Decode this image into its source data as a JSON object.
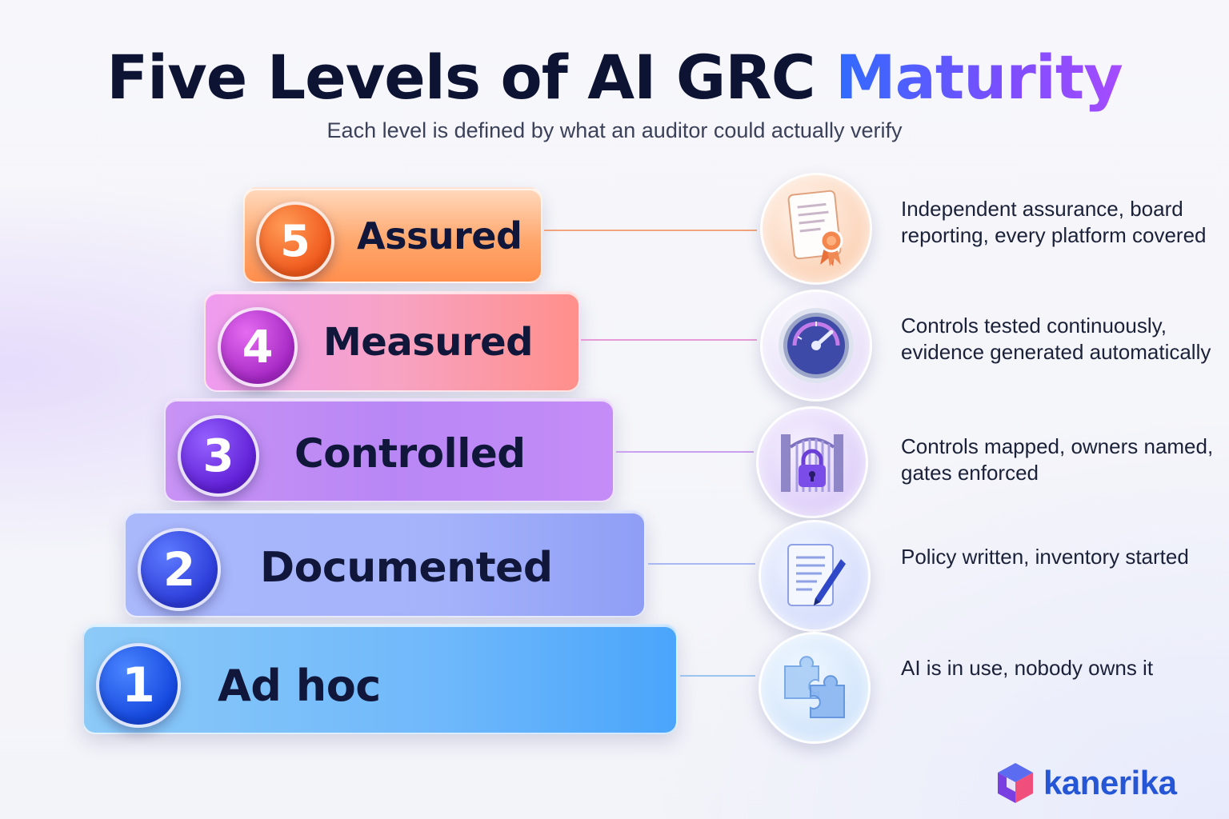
{
  "header": {
    "title_main": "Five Levels of AI GRC ",
    "title_accent": "Maturity",
    "subtitle": "Each level is defined by what an auditor could actually verify"
  },
  "levels": [
    {
      "number": "5",
      "name": "Assured",
      "description": "Independent assurance, board reporting, every platform covered",
      "icon": "certificate-icon",
      "color": "#f0581c"
    },
    {
      "number": "4",
      "name": "Measured",
      "description": "Controls tested continuously, evidence generated automatically",
      "icon": "gauge-icon",
      "color": "#a527c4"
    },
    {
      "number": "3",
      "name": "Controlled",
      "description": "Controls mapped, owners named, gates enforced",
      "icon": "gate-lock-icon",
      "color": "#5f1fd6"
    },
    {
      "number": "2",
      "name": "Documented",
      "description": "Policy written, inventory started",
      "icon": "document-pen-icon",
      "color": "#2b3bd8"
    },
    {
      "number": "1",
      "name": "Ad hoc",
      "description": "AI is in use, nobody owns it",
      "icon": "puzzle-icon",
      "color": "#1447de"
    }
  ],
  "brand": {
    "name": "kanerika",
    "color": "#2456d6"
  }
}
